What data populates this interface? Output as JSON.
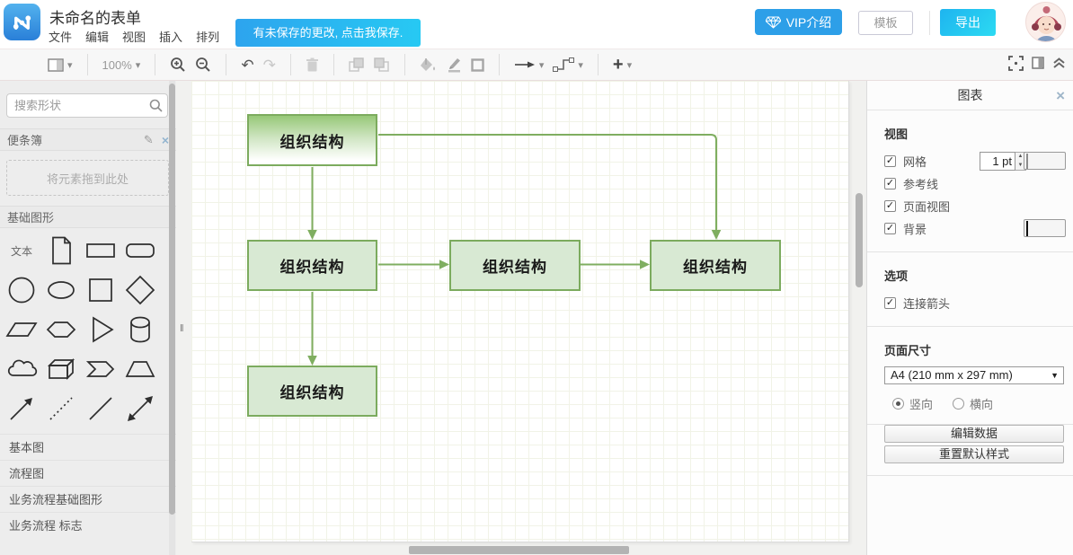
{
  "header": {
    "title": "未命名的表单",
    "menu": [
      "文件",
      "编辑",
      "视图",
      "插入",
      "排列"
    ],
    "save_notice": "有未保存的更改, 点击我保存.",
    "vip_button": "VIP介绍",
    "template_button": "模板",
    "export_button": "导出"
  },
  "toolbar": {
    "zoom_level": "100%"
  },
  "icons": {
    "caret_down": "▾",
    "undo": "↶",
    "redo": "↷",
    "plus": "+",
    "close": "×",
    "pencil": "✎",
    "check": "✓",
    "select_arrow": "▼",
    "spin_up": "▲",
    "spin_down": "▼",
    "collapse_handle": "‖"
  },
  "sidebar": {
    "search_placeholder": "搜索形状",
    "notes_title": "便条簿",
    "dropzone_text": "将元素拖到此处",
    "shapes_title": "基础图形",
    "text_shape_label": "文本",
    "categories": [
      "基本图",
      "流程图",
      "业务流程基础图形",
      "业务流程 标志"
    ]
  },
  "canvas": {
    "nodes": [
      {
        "label": "组织结构"
      },
      {
        "label": "组织结构"
      },
      {
        "label": "组织结构"
      },
      {
        "label": "组织结构"
      },
      {
        "label": "组织结构"
      }
    ]
  },
  "panel": {
    "title": "图表",
    "view_section": "视图",
    "opt_grid": "网格",
    "grid_size_value": "1 pt",
    "opt_guides": "参考线",
    "opt_page_view": "页面视图",
    "opt_background": "背景",
    "options_section": "选项",
    "opt_connect_arrows": "连接箭头",
    "page_size_section": "页面尺寸",
    "page_size_value": "A4 (210 mm x 297 mm)",
    "orientation_portrait": "竖向",
    "orientation_landscape": "横向",
    "edit_data_button": "编辑数据",
    "reset_style_button": "重置默认样式"
  },
  "colors": {
    "accent_blue": "#2d9fe8",
    "save_banner_blue": "#29b5f1",
    "export_cyan": "#23c6f0",
    "node_fill": "#d8e9d3",
    "node_border": "#7cab5e",
    "connector_green": "#7fae60"
  }
}
